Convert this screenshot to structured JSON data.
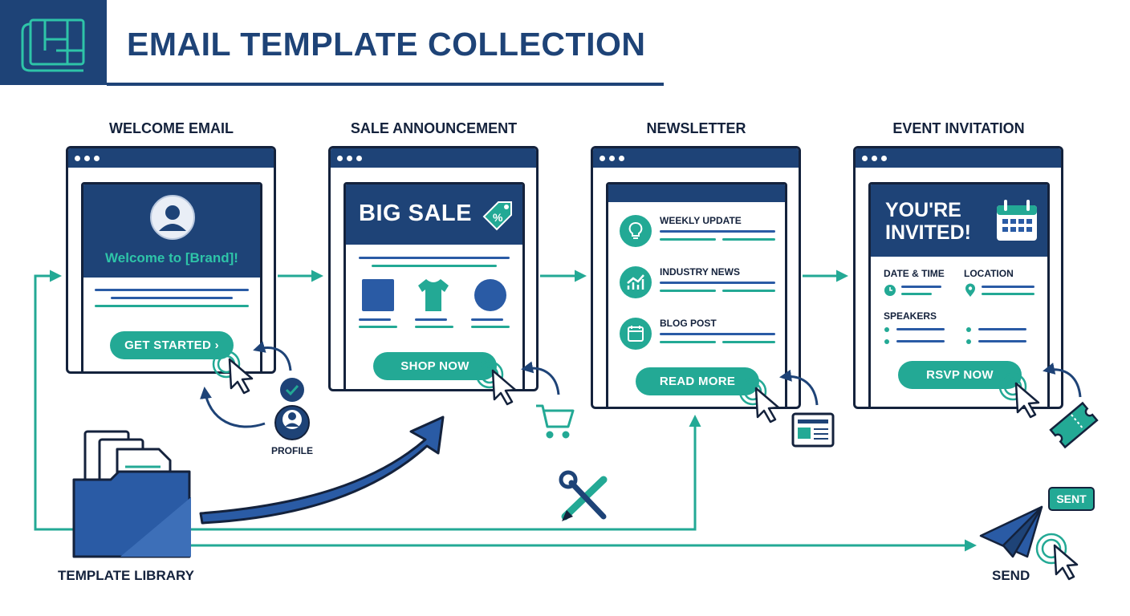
{
  "header": {
    "title": "EMAIL TEMPLATE COLLECTION",
    "logo_icon": "blueprint-icon"
  },
  "colors": {
    "navy": "#1e4377",
    "dark": "#14223c",
    "teal": "#23a995",
    "blue": "#2a5ba5"
  },
  "templates": [
    {
      "title": "WELCOME EMAIL",
      "heading": "Welcome to [Brand]!",
      "button": "GET STARTED ›",
      "icon": "avatar-icon"
    },
    {
      "title": "SALE ANNOUNCEMENT",
      "heading": "BIG SALE",
      "button": "SHOP NOW",
      "icon": "price-tag-icon"
    },
    {
      "title": "NEWSLETTER",
      "items": [
        "WEEKLY UPDATE",
        "INDUSTRY NEWS",
        "BLOG POST"
      ],
      "button": "READ MORE"
    },
    {
      "title": "EVENT INVITATION",
      "heading_line1": "YOU'RE",
      "heading_line2": "INVITED!",
      "fields": [
        "DATE & TIME",
        "LOCATION",
        "SPEAKERS"
      ],
      "button": "RSVP NOW",
      "icon": "calendar-icon"
    }
  ],
  "annotations": {
    "profile": "PROFILE",
    "library": "TEMPLATE LIBRARY",
    "send": "SEND",
    "sent": "SENT"
  }
}
